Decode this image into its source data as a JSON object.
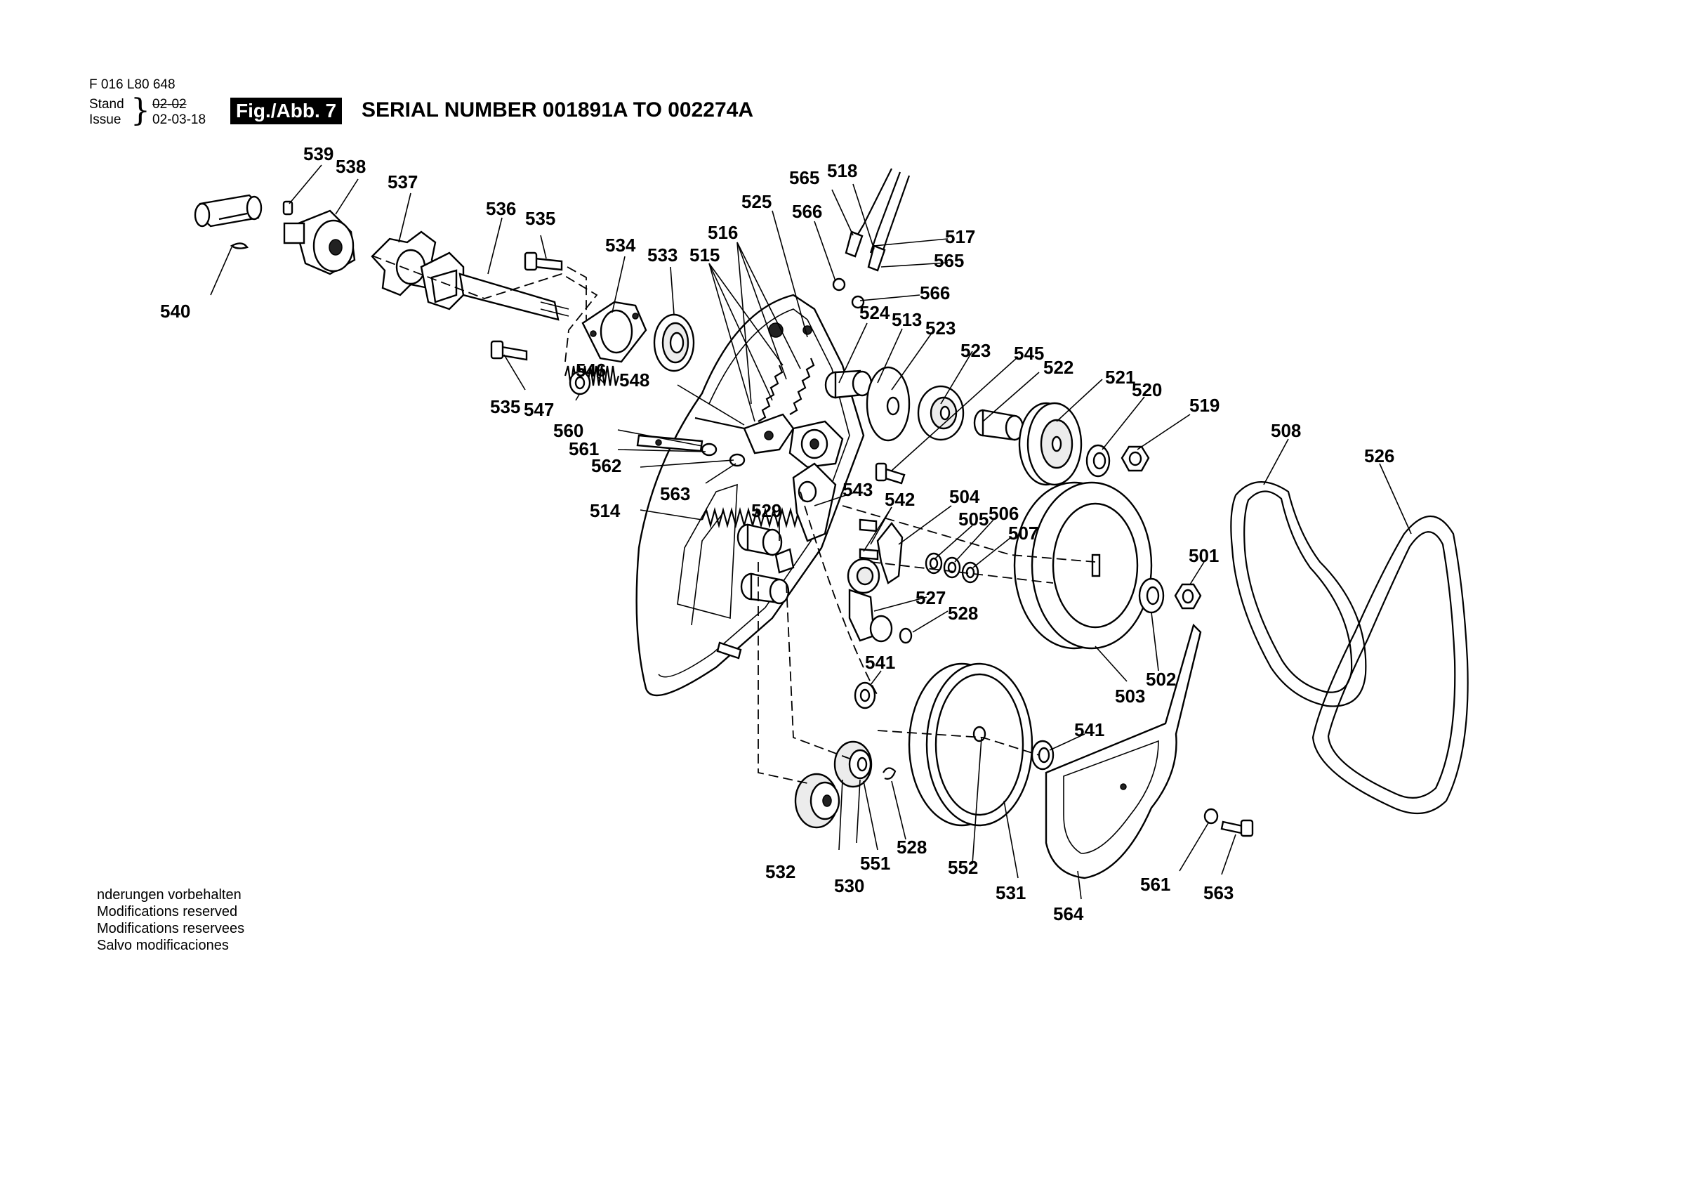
{
  "header": {
    "doc_number": "F 016 L80 648",
    "stand_label": "Stand",
    "issue_label": "Issue",
    "stand_value": "02-02",
    "issue_value": "02-03-18",
    "fig_badge": "Fig./Abb. 7",
    "title": "SERIAL NUMBER 001891A TO 002274A"
  },
  "parts": [
    {
      "label": "539"
    },
    {
      "label": "538"
    },
    {
      "label": "537"
    },
    {
      "label": "536"
    },
    {
      "label": "535"
    },
    {
      "label": "540"
    },
    {
      "label": "534"
    },
    {
      "label": "533"
    },
    {
      "label": "535"
    },
    {
      "label": "546"
    },
    {
      "label": "547"
    },
    {
      "label": "548"
    },
    {
      "label": "560"
    },
    {
      "label": "561"
    },
    {
      "label": "562"
    },
    {
      "label": "563"
    },
    {
      "label": "514"
    },
    {
      "label": "516"
    },
    {
      "label": "515"
    },
    {
      "label": "525"
    },
    {
      "label": "566"
    },
    {
      "label": "565"
    },
    {
      "label": "518"
    },
    {
      "label": "517"
    },
    {
      "label": "565"
    },
    {
      "label": "566"
    },
    {
      "label": "524"
    },
    {
      "label": "513"
    },
    {
      "label": "523"
    },
    {
      "label": "523"
    },
    {
      "label": "545"
    },
    {
      "label": "522"
    },
    {
      "label": "521"
    },
    {
      "label": "520"
    },
    {
      "label": "519"
    },
    {
      "label": "508"
    },
    {
      "label": "526"
    },
    {
      "label": "543"
    },
    {
      "label": "542"
    },
    {
      "label": "504"
    },
    {
      "label": "505"
    },
    {
      "label": "506"
    },
    {
      "label": "507"
    },
    {
      "label": "529"
    },
    {
      "label": "527"
    },
    {
      "label": "528"
    },
    {
      "label": "501"
    },
    {
      "label": "541"
    },
    {
      "label": "503"
    },
    {
      "label": "502"
    },
    {
      "label": "541"
    },
    {
      "label": "532"
    },
    {
      "label": "530"
    },
    {
      "label": "551"
    },
    {
      "label": "528"
    },
    {
      "label": "552"
    },
    {
      "label": "531"
    },
    {
      "label": "564"
    },
    {
      "label": "561"
    },
    {
      "label": "563"
    }
  ],
  "notes": [
    "nderungen vorbehalten",
    "Modifications reserved",
    "Modifications reservees",
    "Salvo modificaciones"
  ]
}
